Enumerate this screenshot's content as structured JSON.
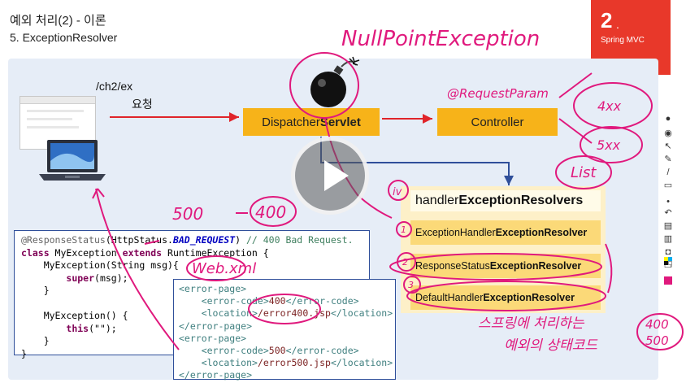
{
  "header": {
    "title": "예외 처리(2) - 이론",
    "subtitle": "5. ExceptionResolver"
  },
  "badge": {
    "number": "2",
    "dot": ".",
    "label": "Spring MVC",
    "color": "#e8382a"
  },
  "diagram": {
    "url": "/ch2/ex",
    "request_label": "요청",
    "dispatcher_prefix": "Dispatcher",
    "dispatcher_suffix": "Servlet",
    "controller": "Controller",
    "resolvers_title_prefix": "handler",
    "resolvers_title_suffix": "ExceptionResolvers",
    "resolvers": [
      {
        "prefix": "ExceptionHandler",
        "suffix": "ExceptionResolver"
      },
      {
        "prefix": "ResponseStatus",
        "suffix": "ExceptionResolver"
      },
      {
        "prefix": "DefaultHandler",
        "suffix": "ExceptionResolver"
      }
    ],
    "box_color": "#f7b319"
  },
  "code": {
    "annotation": "@ResponseStatus",
    "annotation_arg_open": "(HttpStatus.",
    "annotation_value": "BAD_REQUEST",
    "annotation_close": ")",
    "annotation_comment": " // 400 Bad Request.",
    "line2_class": "class",
    "line2_name": " MyException ",
    "line2_extends": "extends",
    "line2_rest": " RuntimeException {",
    "line3": "    MyException(String msg){",
    "line4_super": "super",
    "line4_rest": "(msg);",
    "line5": "    }",
    "line7": "    MyException() {",
    "line8_this": "this",
    "line8_rest": "(\"\");",
    "line9": "    }",
    "line10": "}"
  },
  "xml": {
    "l1": "<error-page>",
    "l2_open": "    <error-code>",
    "l2_value": "400",
    "l2_close": "</error-code>",
    "l3_open": "    <location>",
    "l3_value": "/error400.jsp",
    "l3_close": "</location>",
    "l4": "</error-page>",
    "l5": "<error-page>",
    "l6_open": "    <error-code>",
    "l6_value": "500",
    "l6_close": "</error-code>",
    "l7_open": "    <location>",
    "l7_value": "/error500.jsp",
    "l7_close": "</location>",
    "l8": "</error-page>"
  },
  "annotations": {
    "null_pointer": "NullPointException",
    "request_param": "@RequestParam",
    "status_4xx": "4xx",
    "status_5xx": "5xx",
    "list": "List",
    "web_xml": "Web.xml",
    "code_500": "500",
    "code_400": "400",
    "note_line1": "스프링에 처리하는",
    "note_line2": "예외의 상태코드",
    "num_400": "400",
    "num_500": "500",
    "ink_color": "#e0197d"
  }
}
